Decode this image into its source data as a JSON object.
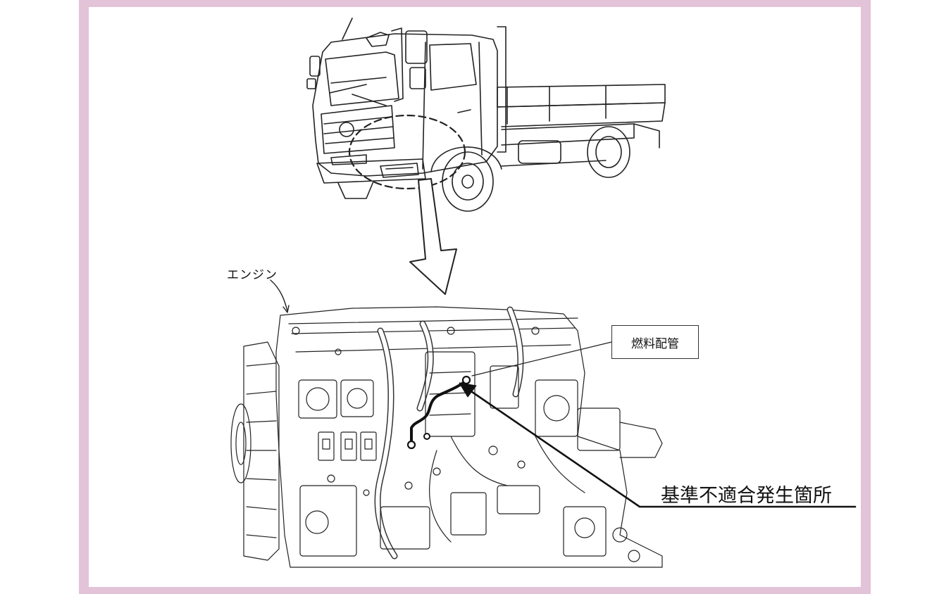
{
  "labels": {
    "engine": "エンジン",
    "fuel_pipe": "燃料配管",
    "defect_location": "基準不適合発生箇所"
  },
  "colors": {
    "frame": "#e2c3d8",
    "line": "#222222"
  },
  "icons": [
    "truck-illustration",
    "engine-illustration",
    "down-arrow-icon"
  ]
}
